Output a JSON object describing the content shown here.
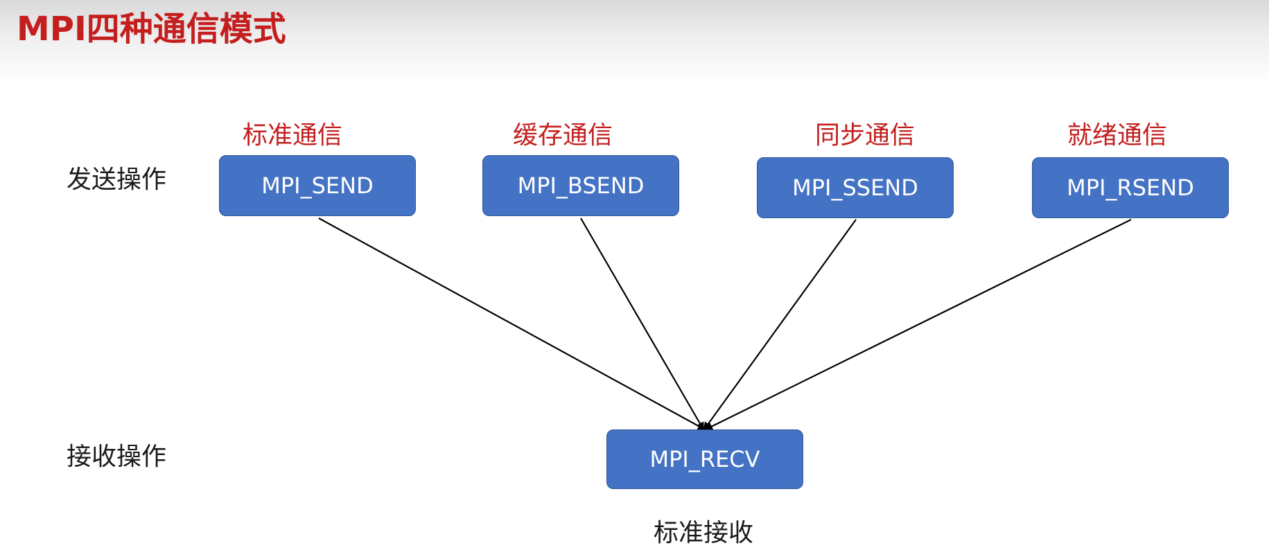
{
  "title": "MPI四种通信模式",
  "rows": {
    "send": "发送操作",
    "recv": "接收操作"
  },
  "send_modes": [
    {
      "label": "标准通信",
      "node": "MPI_SEND"
    },
    {
      "label": "缓存通信",
      "node": "MPI_BSEND"
    },
    {
      "label": "同步通信",
      "node": "MPI_SSEND"
    },
    {
      "label": "就绪通信",
      "node": "MPI_RSEND"
    }
  ],
  "receive": {
    "node": "MPI_RECV",
    "caption": "标准接收"
  },
  "colors": {
    "title": "#c41e1e",
    "mode_label": "#c41e1e",
    "node_fill": "#4472c4",
    "node_border": "#2f5597",
    "node_text": "#ffffff",
    "edge": "#000000"
  }
}
